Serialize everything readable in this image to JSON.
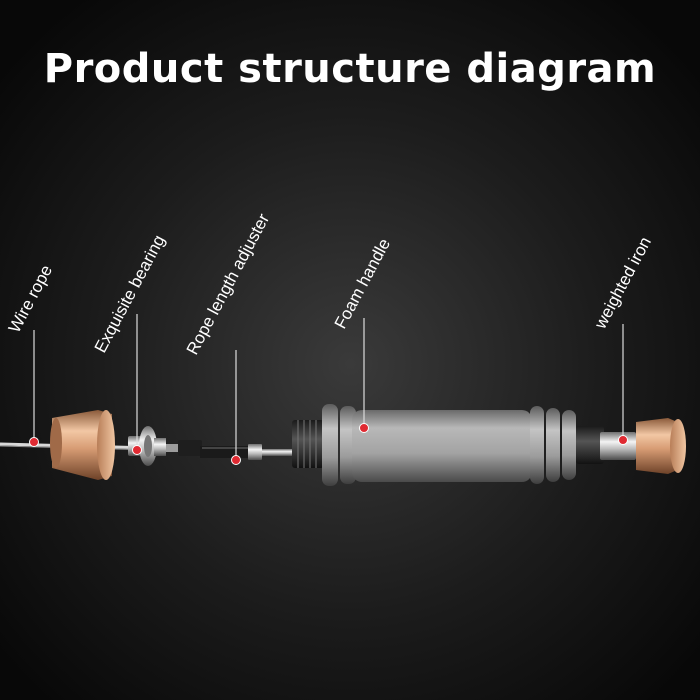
{
  "title": "Product structure diagram",
  "labels": {
    "wire_rope": "Wire rope",
    "exquisite_bearing": "Exquisite bearing",
    "rope_length_adjuster": "Rope length adjuster",
    "foam_handle": "Foam handle",
    "weighted_iron": "weighted iron"
  },
  "colors": {
    "background": "#111111",
    "text": "#ffffff",
    "marker": "#e02a32",
    "copper": "#d9a27a",
    "foam": "#9a9a9a",
    "steel": "#c9c9c9"
  }
}
